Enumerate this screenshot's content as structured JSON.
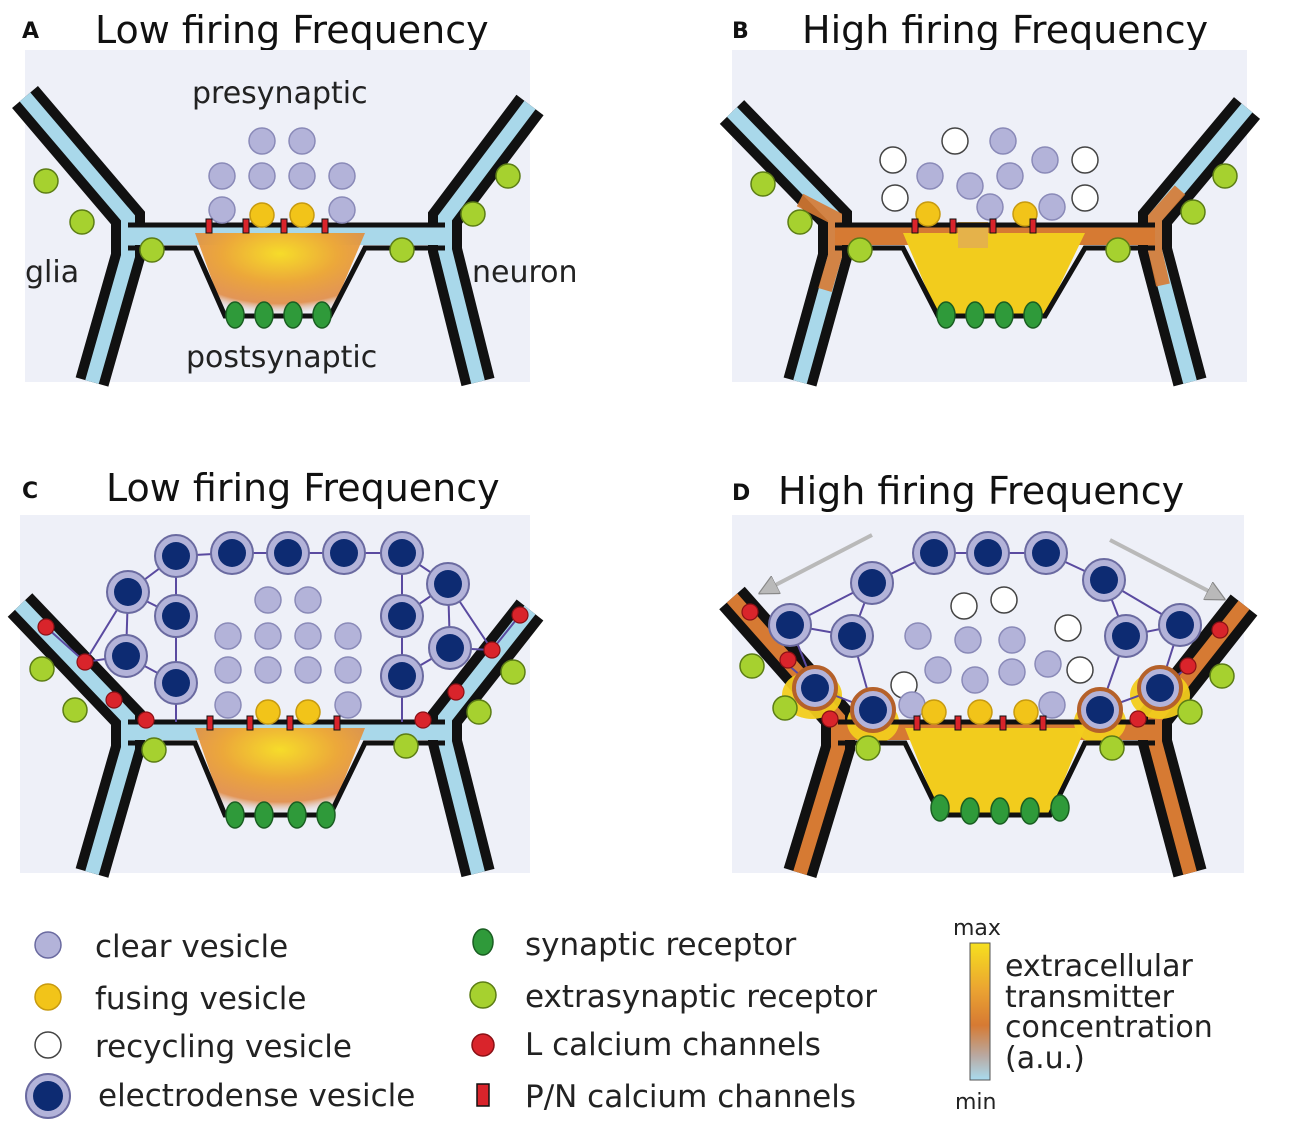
{
  "panels": [
    {
      "label": "A",
      "title": "Low firing Frequency",
      "mode": "low",
      "electrodense": false
    },
    {
      "label": "B",
      "title": "High firing Frequency",
      "mode": "high",
      "electrodense": false
    },
    {
      "label": "C",
      "title": "Low firing Frequency",
      "mode": "low",
      "electrodense": true
    },
    {
      "label": "D",
      "title": "High firing Frequency",
      "mode": "high",
      "electrodense": true
    }
  ],
  "annotations": {
    "presynaptic": "presynaptic",
    "postsynaptic": "postsynaptic",
    "glia": "glia",
    "neuron": "neuron"
  },
  "legend": {
    "left": [
      {
        "label": "clear vesicle",
        "icon": "clear-vesicle-icon"
      },
      {
        "label": "fusing vesicle",
        "icon": "fusing-vesicle-icon"
      },
      {
        "label": "recycling vesicle",
        "icon": "recycling-vesicle-icon"
      },
      {
        "label": "electrodense vesicle",
        "icon": "electrodense-vesicle-icon"
      }
    ],
    "middle": [
      {
        "label": "synaptic receptor",
        "icon": "synaptic-receptor-icon"
      },
      {
        "label": "extrasynaptic receptor",
        "icon": "extrasynaptic-receptor-icon"
      },
      {
        "label": "L calcium channels",
        "icon": "l-calcium-channel-icon"
      },
      {
        "label": "P/N calcium channels",
        "icon": "pn-calcium-channel-icon"
      }
    ]
  },
  "scale": {
    "max": "max",
    "min": "min",
    "label_lines": [
      "extracellular",
      "transmitter",
      "concentration",
      "(a.u.)"
    ]
  },
  "colors": {
    "background": "#eef0f8",
    "glia": "#a9d8ea",
    "clear_vesicle": "#b3b3d9",
    "fusing_vesicle": "#f2c419",
    "recycling_vesicle": "#ffffff",
    "electrodense_core": "#0d2b72",
    "synaptic_receptor": "#2f9a3a",
    "extrasynaptic_receptor": "#a6d12f",
    "l_calcium": "#d9242b",
    "pn_calcium": "#d9242b",
    "transmitter_high": "#f2cc1d",
    "transmitter_mid": "#d97a2c",
    "transmitter_low": "#a9d8ea"
  }
}
